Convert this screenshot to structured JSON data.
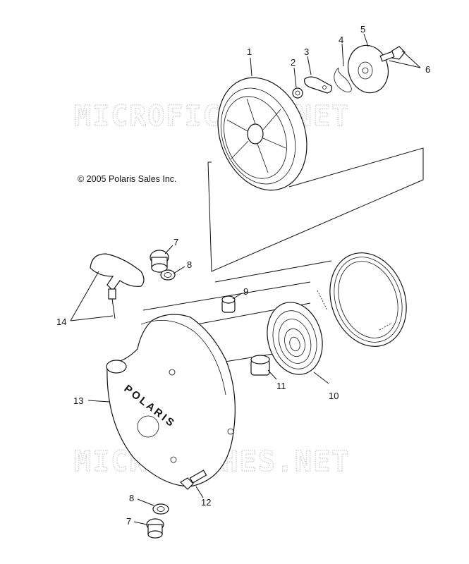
{
  "watermark": {
    "top": "MICROFICHES.NET",
    "bottom": "MICROFICHES.NET"
  },
  "copyright": "© 2005 Polaris Sales Inc.",
  "housing_logo": "POLARIS",
  "callouts": {
    "c1": "1",
    "c2": "2",
    "c3": "3",
    "c4": "4",
    "c5": "5",
    "c6": "6",
    "c7_top": "7",
    "c8_top": "8",
    "c9": "9",
    "c10": "10",
    "c11": "11",
    "c12": "12",
    "c13": "13",
    "c14": "14",
    "c8_bottom": "8",
    "c7_bottom": "7"
  }
}
